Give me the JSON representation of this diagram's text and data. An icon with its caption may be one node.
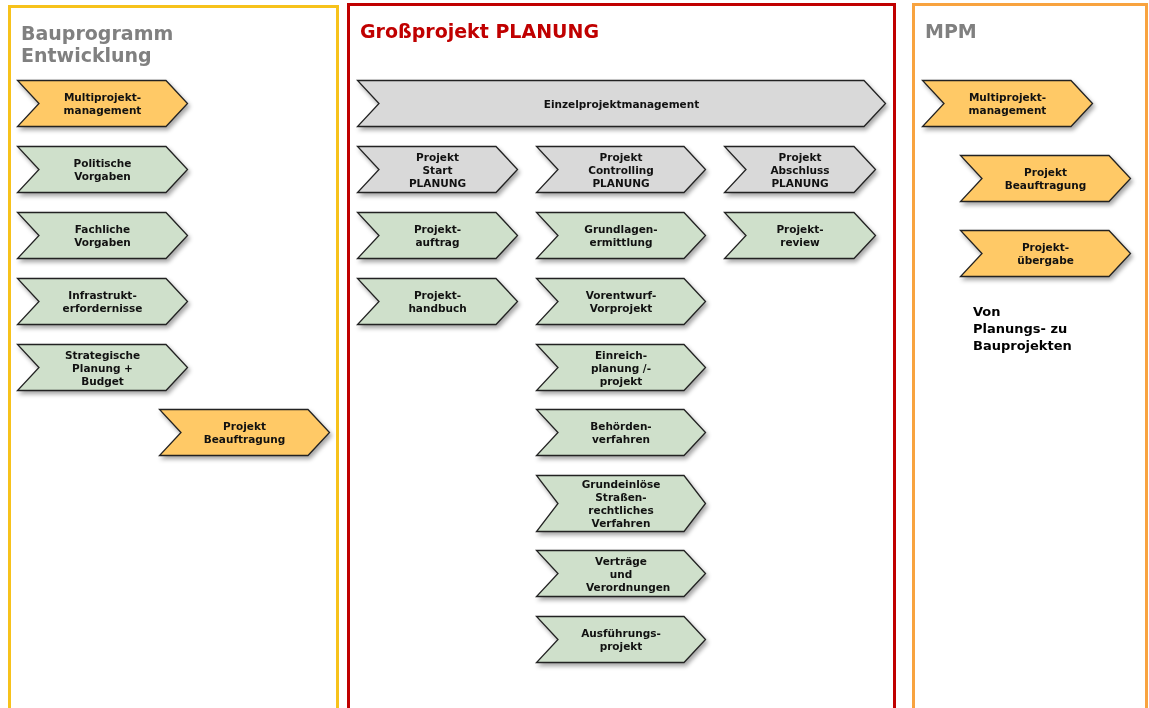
{
  "diagram": {
    "nodes": [
      {
        "text": [
          "Bauprogramm Entwicklung"
        ]
      },
      {
        "text": [
          "Multiprojekt- management"
        ],
        "in": 0
      },
      {
        "text": [
          "Politische Vorgaben"
        ],
        "in": 0
      },
      {
        "text": [
          "Fachliche Vorgaben"
        ],
        "in": 0
      },
      {
        "text": [
          "Infrastrukt- erfordernisse"
        ],
        "in": 0
      },
      {
        "text": [
          "Strategische Planung + Budget"
        ],
        "in": 0
      },
      {
        "text": [
          "Projekt Beauftragung"
        ],
        "in": 0
      },
      {
        "text": [
          "Großprojekt PLANUNG"
        ]
      },
      {
        "text": [
          "Einzelprojektmanagement"
        ],
        "in": 7
      },
      {
        "text": [
          "Projekt Start PLANUNG"
        ],
        "in": 7
      },
      {
        "text": [
          "Projekt Controlling PLANUNG"
        ],
        "in": 7
      },
      {
        "text": [
          "Projekt Abschluss PLANUNG"
        ],
        "in": 7
      },
      {
        "text": [
          "Projekt- auftrag"
        ],
        "in": 7
      },
      {
        "text": [
          "Grundlagen- ermittlung"
        ],
        "in": 7
      },
      {
        "text": [
          "Projekt- review"
        ],
        "in": 7
      },
      {
        "text": [
          "Projekt- handbuch"
        ],
        "in": 7
      },
      {
        "text": [
          "Vorentwurf- Vorprojekt"
        ],
        "in": 7
      },
      {
        "text": [
          "Einreich- planung /-projekt"
        ],
        "in": 7
      },
      {
        "text": [
          "Behörden- verfahren"
        ],
        "in": 7
      },
      {
        "text": [
          "Grundeinlöse Straßen- rechtliches Verfahren"
        ],
        "in": 7
      },
      {
        "text": [
          "Verträge und Verordnungen"
        ],
        "in": 7
      },
      {
        "text": [
          "Ausführungs- projekt"
        ],
        "in": 7
      },
      {
        "text": [
          "MPM"
        ]
      },
      {
        "text": [
          "Multiprojekt- management"
        ],
        "in": 22
      },
      {
        "text": [
          "Projekt Beauftragung"
        ],
        "in": 22
      },
      {
        "text": [
          "Projekt- übergabe"
        ],
        "in": 22
      }
    ],
    "edges": [],
    "labels": [
      "Von Planungs- zu Bauprojekten"
    ]
  }
}
